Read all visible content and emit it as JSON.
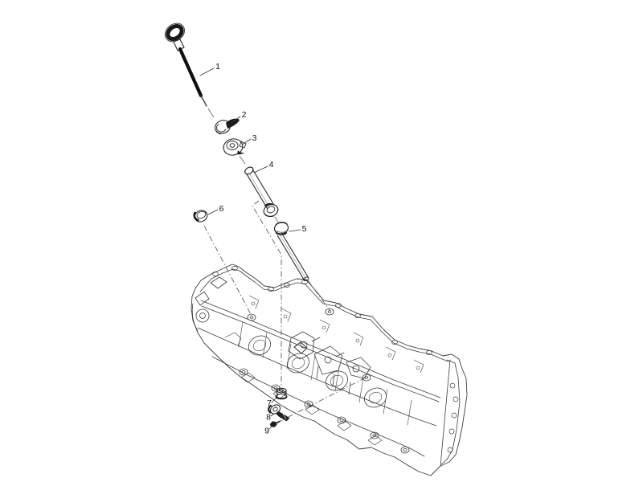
{
  "figure": {
    "background_color": "#ffffff",
    "stroke_color": "#3d3d3d",
    "part_stroke_color": "#2a2a2a",
    "fill_dark_color": "#161616",
    "callout_text_color": "#111111"
  },
  "callouts": [
    {
      "label": "1"
    },
    {
      "label": "2"
    },
    {
      "label": "3"
    },
    {
      "label": "4"
    },
    {
      "label": "5"
    },
    {
      "label": "6"
    },
    {
      "label": "7"
    },
    {
      "label": "8"
    },
    {
      "label": "9"
    }
  ]
}
